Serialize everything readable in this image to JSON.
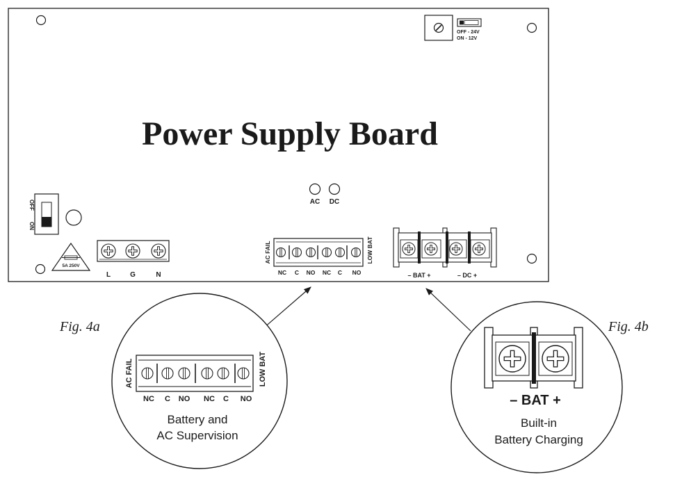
{
  "board": {
    "title": "Power Supply Board",
    "led_ac": "AC",
    "led_dc": "DC",
    "dip_off_label": "OFF - 24V",
    "dip_on_label": "ON - 12V",
    "power_switch_off": "OFF",
    "power_switch_on": "ON",
    "fuse_rating": "5A 250V",
    "ac_input_terminals": [
      "L",
      "G",
      "N"
    ],
    "relay_block_left_label": "AC FAIL",
    "relay_block_right_label": "LOW BAT",
    "relay_terminals": [
      "NC",
      "C",
      "NO",
      "NC",
      "C",
      "NO"
    ],
    "bat_terminal_label": "– BAT +",
    "dc_terminal_label": "– DC +"
  },
  "fig_4a": {
    "caption": "Fig. 4a",
    "left_label": "AC FAIL",
    "right_label": "LOW BAT",
    "terminals": [
      "NC",
      "C",
      "NO",
      "NC",
      "C",
      "NO"
    ],
    "description_line1": "Battery and",
    "description_line2": "AC Supervision"
  },
  "fig_4b": {
    "caption": "Fig. 4b",
    "terminal_label": "– BAT +",
    "description_line1": "Built-in",
    "description_line2": "Battery Charging"
  }
}
